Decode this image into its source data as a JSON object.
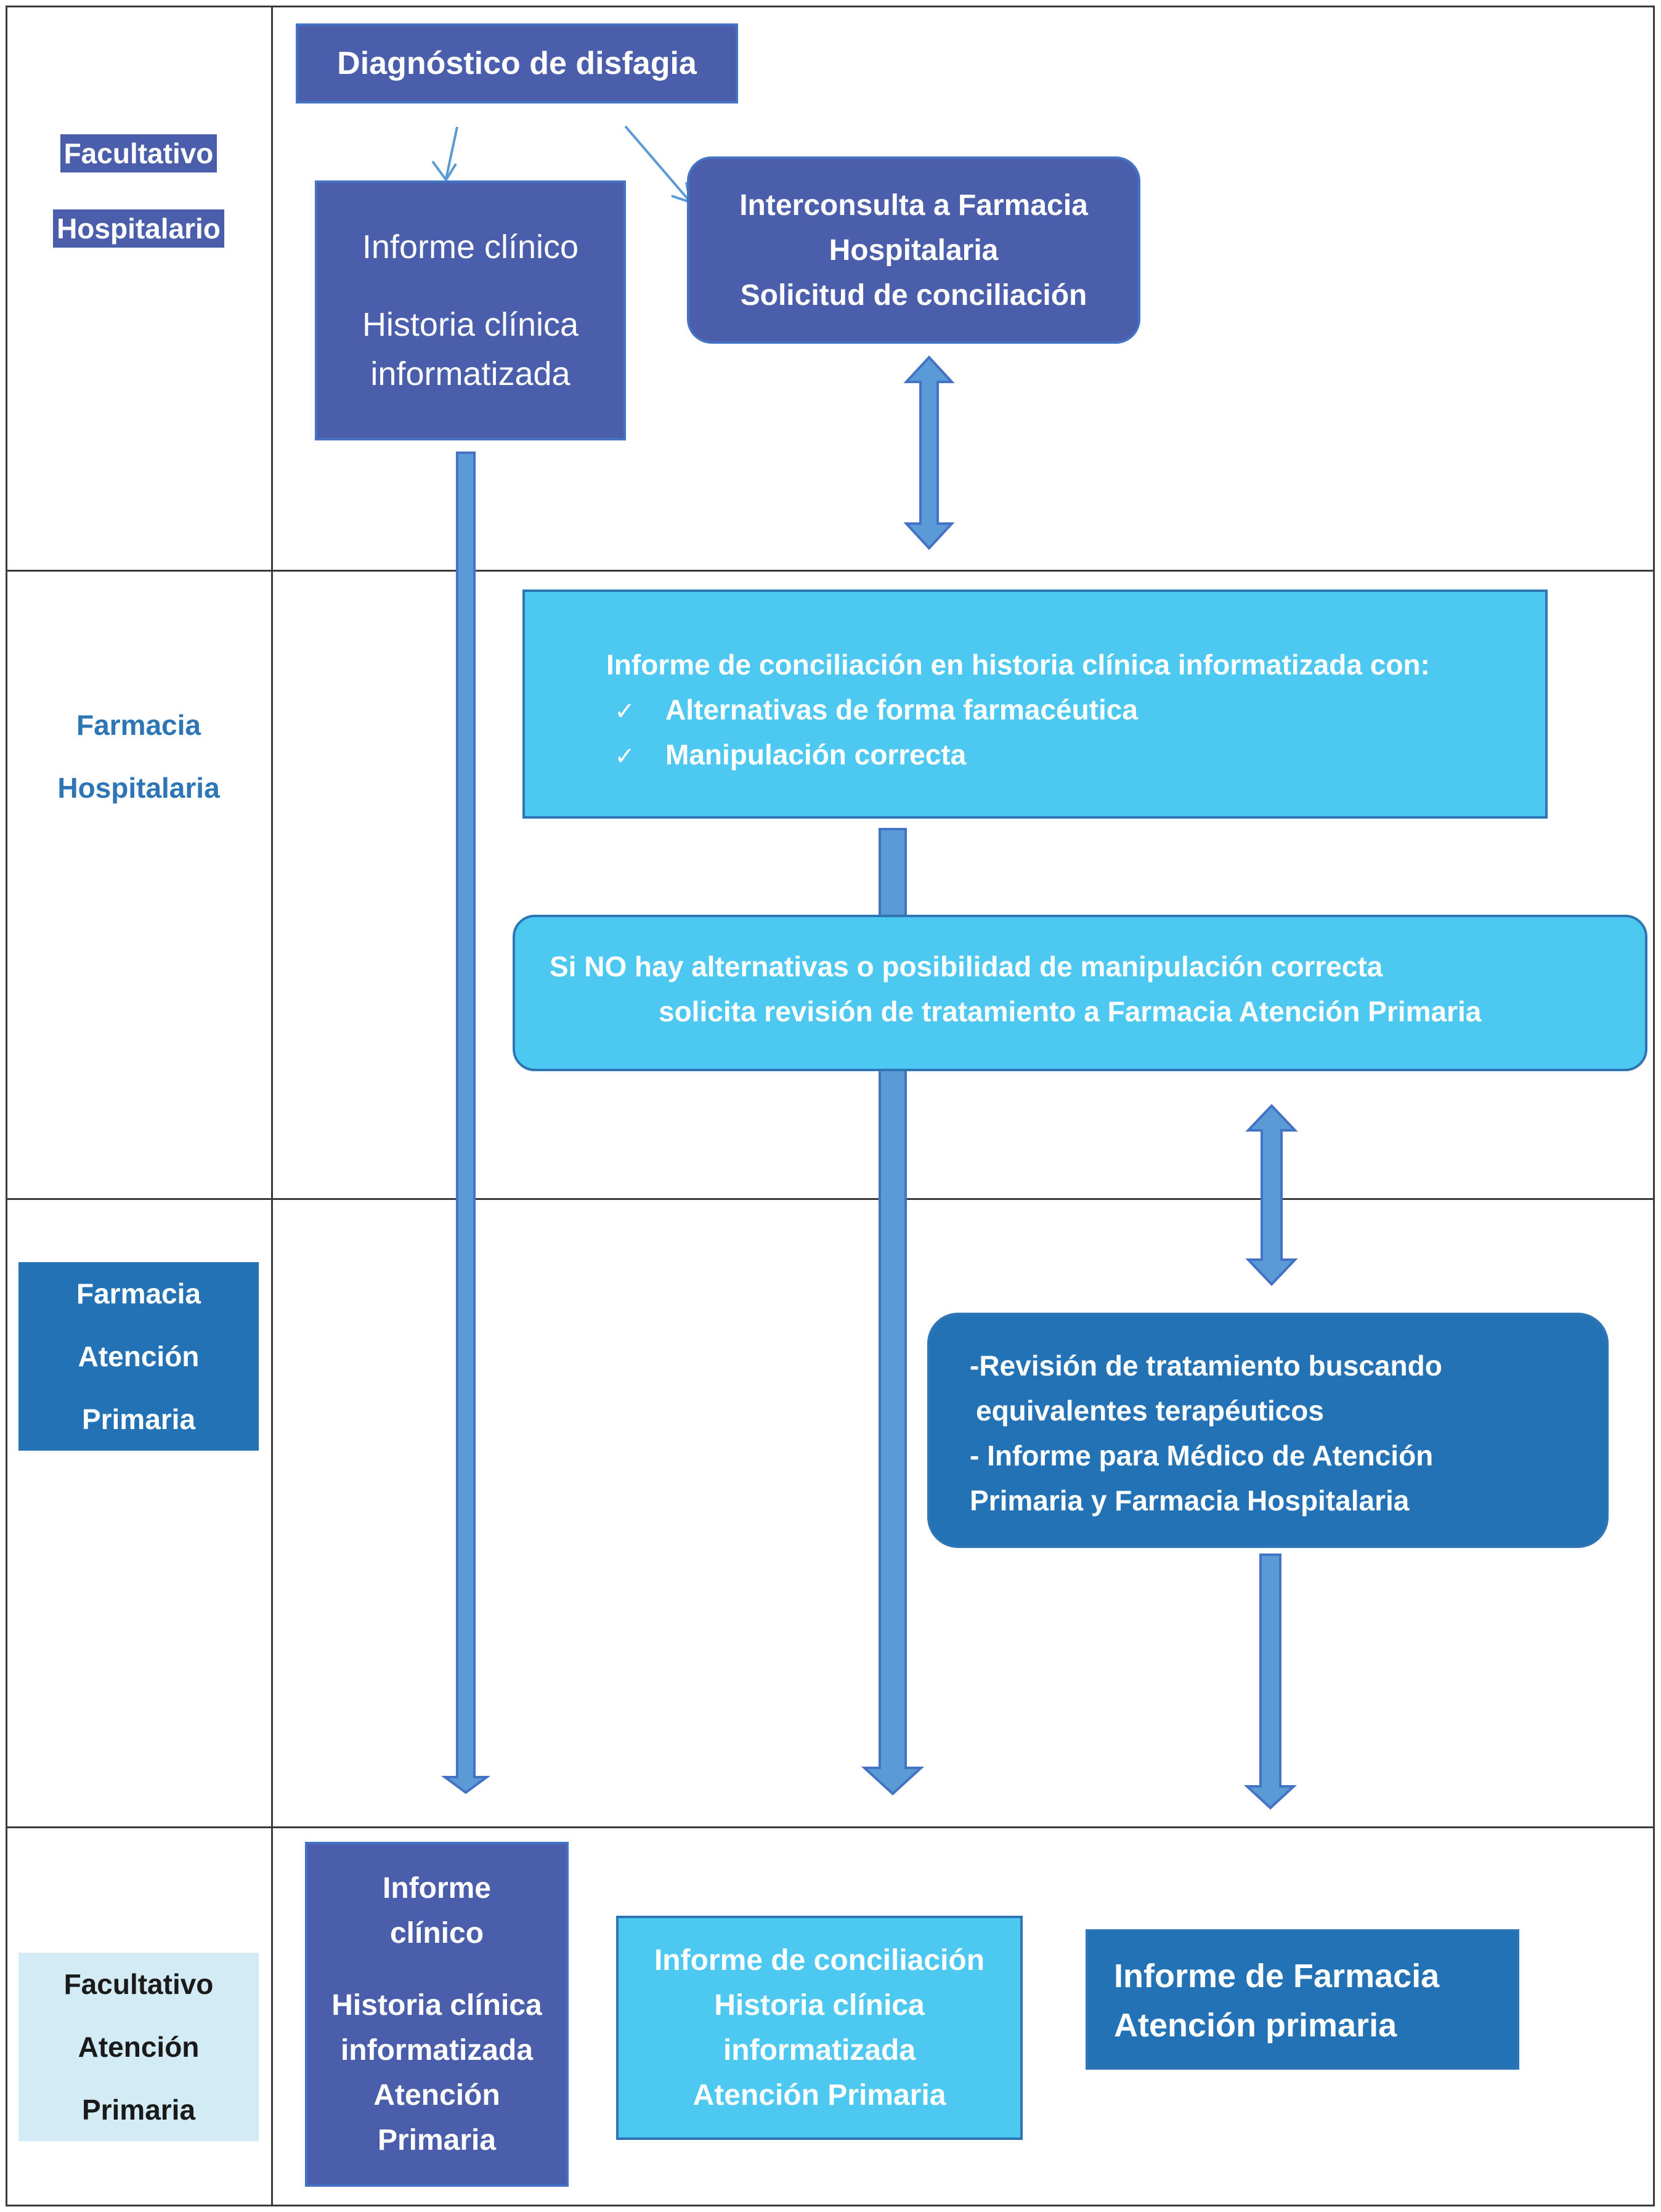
{
  "colors": {
    "dark_blue": "#4A5EAB",
    "mid_blue": "#2372B6",
    "light_blue": "#4DC8F0",
    "pale_blue": "#D3EBF5",
    "arrow_blue": "#5B9BD5",
    "arrow_stroke": "#4472C4",
    "label_text_blue": "#2E75B6",
    "grid": "#3a3a3a"
  },
  "lanes": {
    "lane1": {
      "line1": "Facultativo",
      "line2": "Hospitalario"
    },
    "lane2": {
      "line1": "Farmacia",
      "line2": "Hospitalaria"
    },
    "lane3": {
      "line1": "Farmacia",
      "line2": "Atención",
      "line3": "Primaria"
    },
    "lane4": {
      "line1": "Facultativo",
      "line2": "Atención",
      "line3": "Primaria"
    }
  },
  "nodes": {
    "diagnostico": "Diagnóstico de disfagia",
    "informe_clinico": {
      "line1": "Informe clínico",
      "line2": "Historia clínica",
      "line3": "informatizada"
    },
    "interconsulta": {
      "line1": "Interconsulta a Farmacia",
      "line2": "Hospitalaria",
      "line3": "Solicitud de conciliación"
    },
    "informe_conciliacion": {
      "title": "Informe de conciliación en historia clínica informatizada con:",
      "check_mark": "✓",
      "item1": "Alternativas de forma farmacéutica",
      "item2": "Manipulación correcta"
    },
    "si_no_hay": {
      "line1": "Si NO hay alternativas o posibilidad de manipulación correcta",
      "line2": "solicita revisión de tratamiento a Farmacia Atención Primaria"
    },
    "revision": {
      "line1": "-Revisión de tratamiento buscando",
      "line2": "equivalentes terapéuticos",
      "line3": "-  Informe para Médico de Atención",
      "line4": "Primaria y Farmacia Hospitalaria"
    },
    "out_informe_clinico": {
      "line1": "Informe",
      "line2": "clínico",
      "line3": "Historia clínica",
      "line4": "informatizada",
      "line5": "Atención",
      "line6": "Primaria"
    },
    "out_informe_conciliacion": {
      "line1": "Informe de conciliación",
      "line2": "Historia clínica",
      "line3": "informatizada",
      "line4": "Atención Primaria"
    },
    "out_informe_farmacia": {
      "line1": "Informe de Farmacia",
      "line2": "Atención primaria"
    }
  }
}
